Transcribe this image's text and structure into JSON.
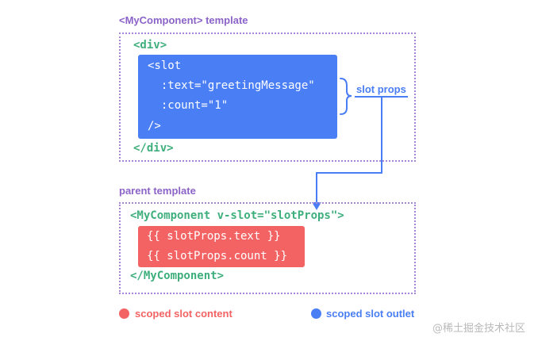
{
  "child_section": {
    "title": "<MyComponent> template",
    "div_open": "<div>",
    "slot_lines": [
      "<slot",
      "  :text=\"greetingMessage\"",
      "  :count=\"1\"",
      "/>"
    ],
    "div_close": "</div>"
  },
  "slot_props_label": "slot props",
  "parent_section": {
    "title": "parent template",
    "component_open": "<MyComponent v-slot=\"slotProps\">",
    "content_lines": [
      "{{ slotProps.text }}",
      "{{ slotProps.count }}"
    ],
    "component_close": "</MyComponent>"
  },
  "legend": {
    "content_label": "scoped slot content",
    "outlet_label": "scoped slot outlet"
  },
  "watermark": "@稀土掘金技术社区",
  "colors": {
    "slot_outlet": "#4a7ef5",
    "slot_content": "#f46363",
    "title_purple": "#8b63c9",
    "code_green": "#3eaf7c",
    "border_dotted": "#a786d6"
  }
}
